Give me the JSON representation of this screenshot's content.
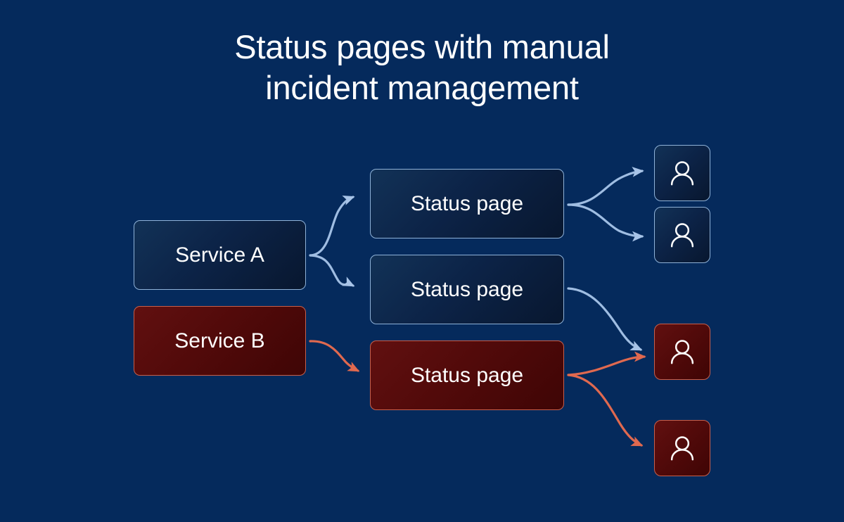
{
  "page": {
    "title_line1": "Status pages with manual",
    "title_line2": "incident management",
    "title": "Status pages with manual\nincident management",
    "background_color": "#052a5c"
  },
  "colors": {
    "background": "#052a5c",
    "blue_border": "#8fb2d8",
    "blue_fill_start": "#123257",
    "blue_fill_end": "#08172f",
    "red_border": "#c85f4a",
    "red_fill_start": "#611010",
    "red_fill_end": "#3f0505",
    "arrow_blue": "#9fbde2",
    "arrow_red": "#e0694f",
    "text": "#ffffff"
  },
  "diagram": {
    "type": "flow-diagram",
    "services": [
      {
        "id": "service-a",
        "label": "Service A",
        "state": "healthy",
        "theme": "blue"
      },
      {
        "id": "service-b",
        "label": "Service B",
        "state": "incident",
        "theme": "red"
      }
    ],
    "status_pages": [
      {
        "id": "status-page-1",
        "label": "Status page",
        "state": "healthy",
        "theme": "blue"
      },
      {
        "id": "status-page-2",
        "label": "Status page",
        "state": "healthy",
        "theme": "blue"
      },
      {
        "id": "status-page-3",
        "label": "Status page",
        "state": "incident",
        "theme": "red"
      }
    ],
    "users": [
      {
        "id": "user-1",
        "icon": "user-icon",
        "theme": "blue"
      },
      {
        "id": "user-2",
        "icon": "user-icon",
        "theme": "blue"
      },
      {
        "id": "user-3",
        "icon": "user-icon",
        "theme": "red"
      },
      {
        "id": "user-4",
        "icon": "user-icon",
        "theme": "red"
      }
    ],
    "edges": [
      {
        "from": "service-a",
        "to": "status-page-1",
        "color": "blue"
      },
      {
        "from": "service-a",
        "to": "status-page-2",
        "color": "blue"
      },
      {
        "from": "service-b",
        "to": "status-page-3",
        "color": "red"
      },
      {
        "from": "status-page-1",
        "to": "user-1",
        "color": "blue"
      },
      {
        "from": "status-page-1",
        "to": "user-2",
        "color": "blue"
      },
      {
        "from": "status-page-2",
        "to": "user-3",
        "color": "blue"
      },
      {
        "from": "status-page-3",
        "to": "user-3",
        "color": "red"
      },
      {
        "from": "status-page-3",
        "to": "user-4",
        "color": "red"
      }
    ]
  }
}
